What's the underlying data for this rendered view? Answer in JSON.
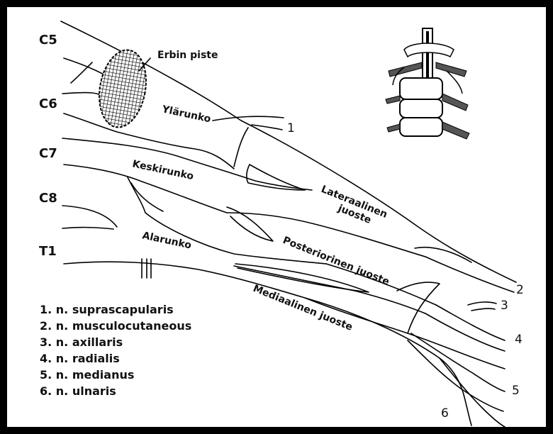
{
  "roots": [
    "C5",
    "C6",
    "C7",
    "C8",
    "T1"
  ],
  "erb_point": "Erbin piste",
  "trunks": {
    "upper": "Ylärunko",
    "middle": "Keskirunko",
    "lower": "Alarunko"
  },
  "cords": {
    "lateral_line1": "Lateraalinen",
    "lateral_line2": "juoste",
    "posterior": "Posteriorinen juoste",
    "medial": "Mediaalinen juoste"
  },
  "branch_numbers": [
    "1",
    "2",
    "3",
    "4",
    "5",
    "6"
  ],
  "legend": [
    "1. n. suprascapularis",
    "2. n. musculocutaneous",
    "3. n. axillaris",
    "4. n. radialis",
    "5. n. medianus",
    "6. n. ulnaris"
  ],
  "colors": {
    "line": "#000000",
    "background": "#ffffff",
    "frame": "#000000"
  }
}
